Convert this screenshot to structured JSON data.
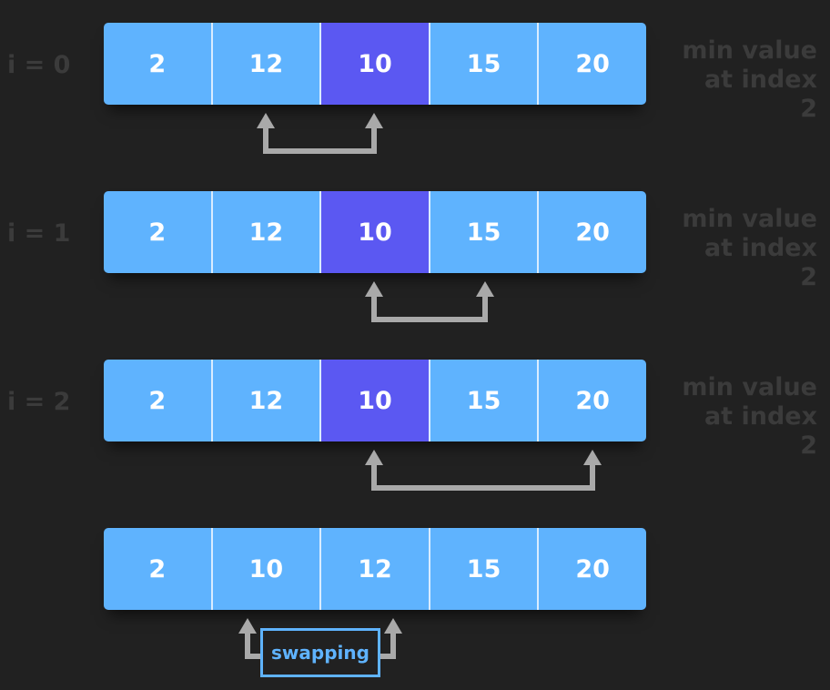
{
  "rows": [
    {
      "label": "i = 0",
      "values": [
        "2",
        "12",
        "10",
        "15",
        "20"
      ],
      "highlight_index": 2,
      "note_line1": "min value",
      "note_line2": "at index 2",
      "compare": [
        1,
        2
      ]
    },
    {
      "label": "i = 1",
      "values": [
        "2",
        "12",
        "10",
        "15",
        "20"
      ],
      "highlight_index": 2,
      "note_line1": "min value",
      "note_line2": "at index 2",
      "compare": [
        2,
        3
      ]
    },
    {
      "label": "i = 2",
      "values": [
        "2",
        "12",
        "10",
        "15",
        "20"
      ],
      "highlight_index": 2,
      "note_line1": "min value",
      "note_line2": "at index 2",
      "compare": [
        2,
        4
      ]
    }
  ],
  "result": {
    "values": [
      "2",
      "10",
      "12",
      "15",
      "20"
    ],
    "swap": [
      1,
      2
    ],
    "swap_label": "swapping"
  },
  "colors": {
    "cell": "#5fb3fe",
    "min_cell": "#5b58f2",
    "arrow": "#a9a9a9",
    "label": "#3b3b3b",
    "swap_border": "#5fb3fe"
  }
}
